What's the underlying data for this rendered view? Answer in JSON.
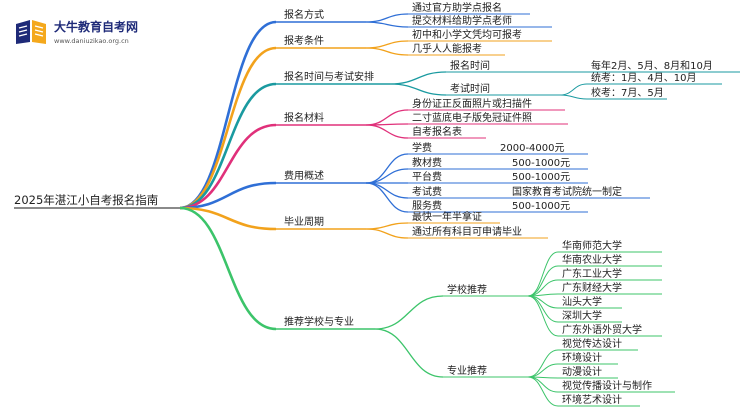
{
  "brand": {
    "name": "大牛教育自考网",
    "url": "www.daniuzikao.org.cn",
    "logo_icon": "open-book-icon",
    "colors": {
      "primary": "#1e2a78",
      "accent": "#f4a81c"
    }
  },
  "mindmap": {
    "root": "2025年湛江小自考报名指南",
    "branches": [
      {
        "label": "报名方式",
        "color": "#2f6fd6",
        "children": [
          {
            "label": "通过官方助学点报名"
          },
          {
            "label": "提交材料给助学点老师"
          }
        ]
      },
      {
        "label": "报考条件",
        "color": "#f2a21c",
        "children": [
          {
            "label": "初中和小学文凭均可报考"
          },
          {
            "label": "几乎人人能报考"
          }
        ]
      },
      {
        "label": "报名时间与考试安排",
        "color": "#1a9aa0",
        "children": [
          {
            "label": "报名时间",
            "children": [
              {
                "label": "每年2月、5月、8月和10月"
              }
            ]
          },
          {
            "label": "考试时间",
            "children": [
              {
                "label": "统考：1月、4月、10月"
              },
              {
                "label": "校考：7月、5月"
              }
            ]
          }
        ]
      },
      {
        "label": "报名材料",
        "color": "#e0307a",
        "children": [
          {
            "label": "身份证正反面照片或扫描件"
          },
          {
            "label": "二寸蓝底电子版免冠证件照"
          },
          {
            "label": "自考报名表"
          }
        ]
      },
      {
        "label": "费用概述",
        "color": "#2f6fd6",
        "children": [
          {
            "label": "学费",
            "value": "2000-4000元"
          },
          {
            "label": "教材费",
            "value": "500-1000元"
          },
          {
            "label": "平台费",
            "value": "500-1000元"
          },
          {
            "label": "考试费",
            "value": "国家教育考试院统一制定"
          },
          {
            "label": "服务费",
            "value": "500-1000元"
          }
        ]
      },
      {
        "label": "毕业周期",
        "color": "#f2a21c",
        "children": [
          {
            "label": "最快一年半拿证"
          },
          {
            "label": "通过所有科目可申请毕业"
          }
        ]
      },
      {
        "label": "推荐学校与专业",
        "color": "#3cc46a",
        "children": [
          {
            "label": "学校推荐",
            "children": [
              {
                "label": "华南师范大学"
              },
              {
                "label": "华南农业大学"
              },
              {
                "label": "广东工业大学"
              },
              {
                "label": "广东财经大学"
              },
              {
                "label": "汕头大学"
              },
              {
                "label": "深圳大学"
              },
              {
                "label": "广东外语外贸大学"
              }
            ]
          },
          {
            "label": "专业推荐",
            "children": [
              {
                "label": "视觉传达设计"
              },
              {
                "label": "环境设计"
              },
              {
                "label": "动漫设计"
              },
              {
                "label": "视觉传播设计与制作"
              },
              {
                "label": "环境艺术设计"
              }
            ]
          }
        ]
      }
    ]
  }
}
